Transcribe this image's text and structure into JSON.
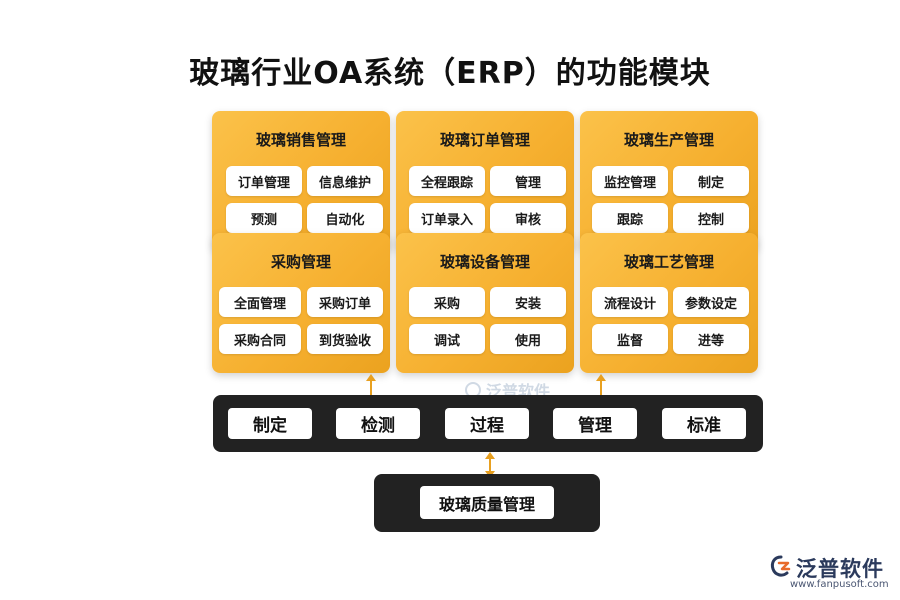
{
  "title": "玻璃行业OA系统（ERP）的功能模块",
  "modules": [
    {
      "title": "玻璃销售管理",
      "items": [
        "订单管理",
        "信息维护",
        "预测",
        "自动化"
      ]
    },
    {
      "title": "玻璃订单管理",
      "items": [
        "全程跟踪",
        "管理",
        "订单录入",
        "审核"
      ]
    },
    {
      "title": "玻璃生产管理",
      "items": [
        "监控管理",
        "制定",
        "跟踪",
        "控制"
      ]
    },
    {
      "title": "采购管理",
      "items": [
        "全面管理",
        "采购订单",
        "采购合同",
        "到货验收"
      ]
    },
    {
      "title": "玻璃设备管理",
      "items": [
        "采购",
        "安装",
        "调试",
        "使用"
      ]
    },
    {
      "title": "玻璃工艺管理",
      "items": [
        "流程设计",
        "参数设定",
        "监督",
        "进等"
      ]
    }
  ],
  "process_bar": [
    "制定",
    "检测",
    "过程",
    "管理",
    "标准"
  ],
  "quality_module": "玻璃质量管理",
  "watermark": "泛普软件",
  "logo": {
    "name": "泛普软件",
    "url": "www.fanpusoft.com"
  },
  "colors": {
    "card": "#f6b030",
    "dark": "#222222",
    "arrow": "#e8a020"
  },
  "icons": [
    "logo-icon"
  ]
}
